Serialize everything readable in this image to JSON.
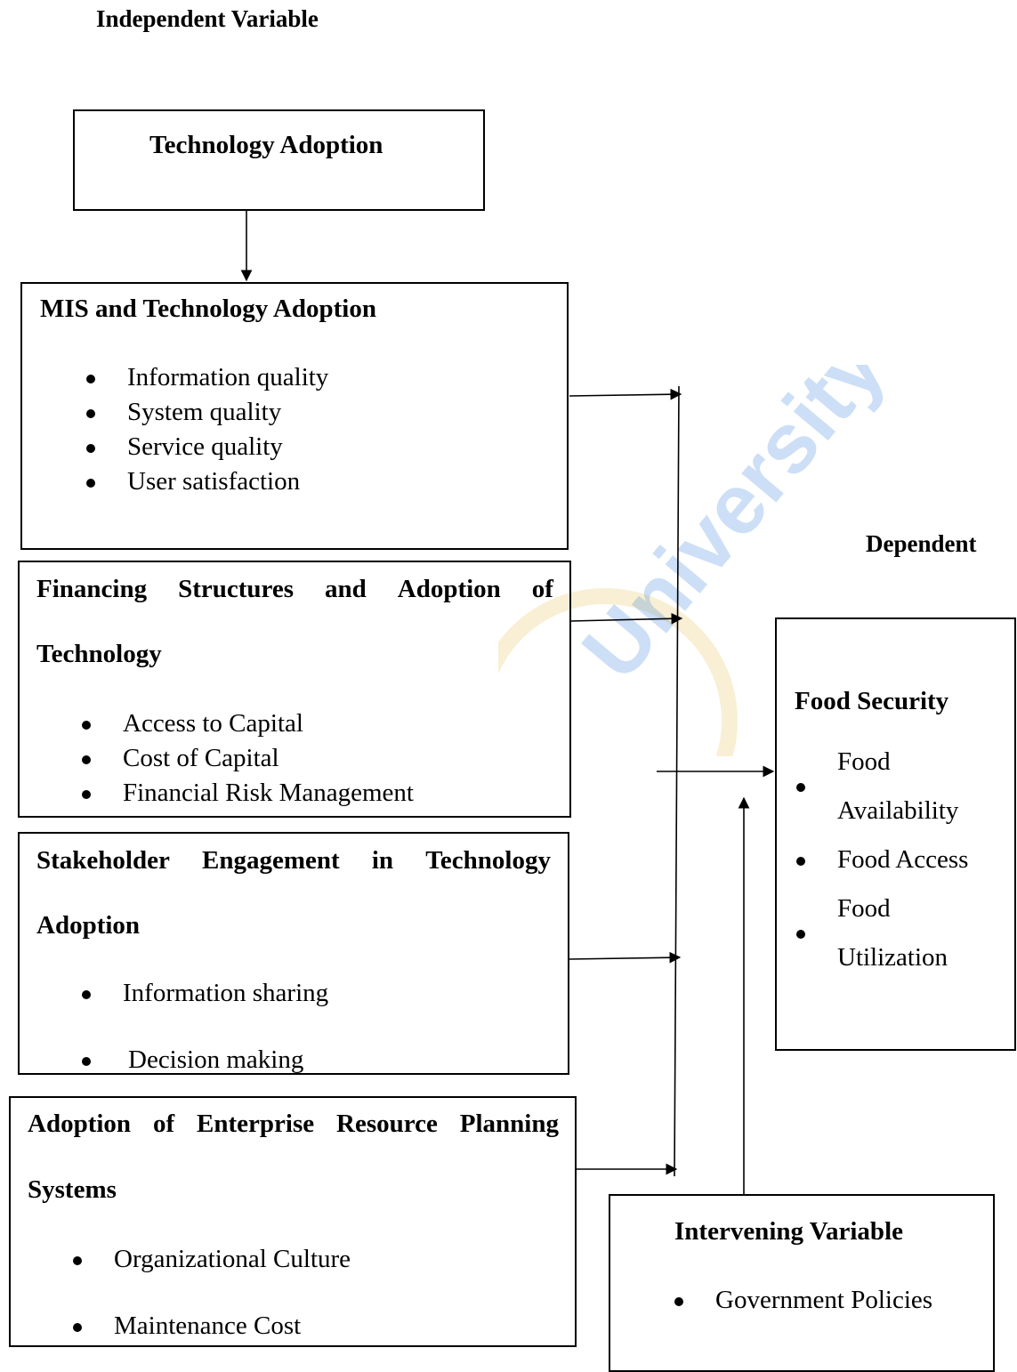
{
  "labels": {
    "independent": "Independent Variable",
    "dependent": "Dependent"
  },
  "technology_box": {
    "title": "Technology Adoption"
  },
  "mis_box": {
    "title": "MIS and Technology Adoption",
    "items": [
      "Information quality",
      "System quality",
      "Service quality",
      "User satisfaction"
    ]
  },
  "financing_box": {
    "title_line1_words": [
      "Financing",
      "Structures",
      "and",
      "Adoption",
      "of"
    ],
    "title_line2": "Technology",
    "items": [
      "Access to Capital",
      "Cost of Capital",
      "Financial Risk Management"
    ]
  },
  "stakeholder_box": {
    "title_line1_words": [
      "Stakeholder",
      "Engagement",
      "in",
      "Technology"
    ],
    "title_line2": "Adoption",
    "items": [
      "Information sharing",
      "Decision making"
    ]
  },
  "erp_box": {
    "title_line1_words": [
      "Adoption",
      "of",
      "Enterprise",
      "Resource",
      "Planning"
    ],
    "title_line2": "Systems",
    "items": [
      "Organizational Culture",
      "Maintenance Cost"
    ]
  },
  "food_box": {
    "title": "Food Security",
    "items": [
      "Food Availability",
      "Food Access",
      "Food Utilization"
    ],
    "item_lines": [
      [
        "Food",
        "Availability"
      ],
      [
        "Food Access"
      ],
      [
        "Food",
        "Utilization"
      ]
    ]
  },
  "intervening_box": {
    "title": "Intervening Variable",
    "items": [
      "Government Policies"
    ]
  },
  "watermark": {
    "text": "University",
    "color": "#1e73d8"
  }
}
